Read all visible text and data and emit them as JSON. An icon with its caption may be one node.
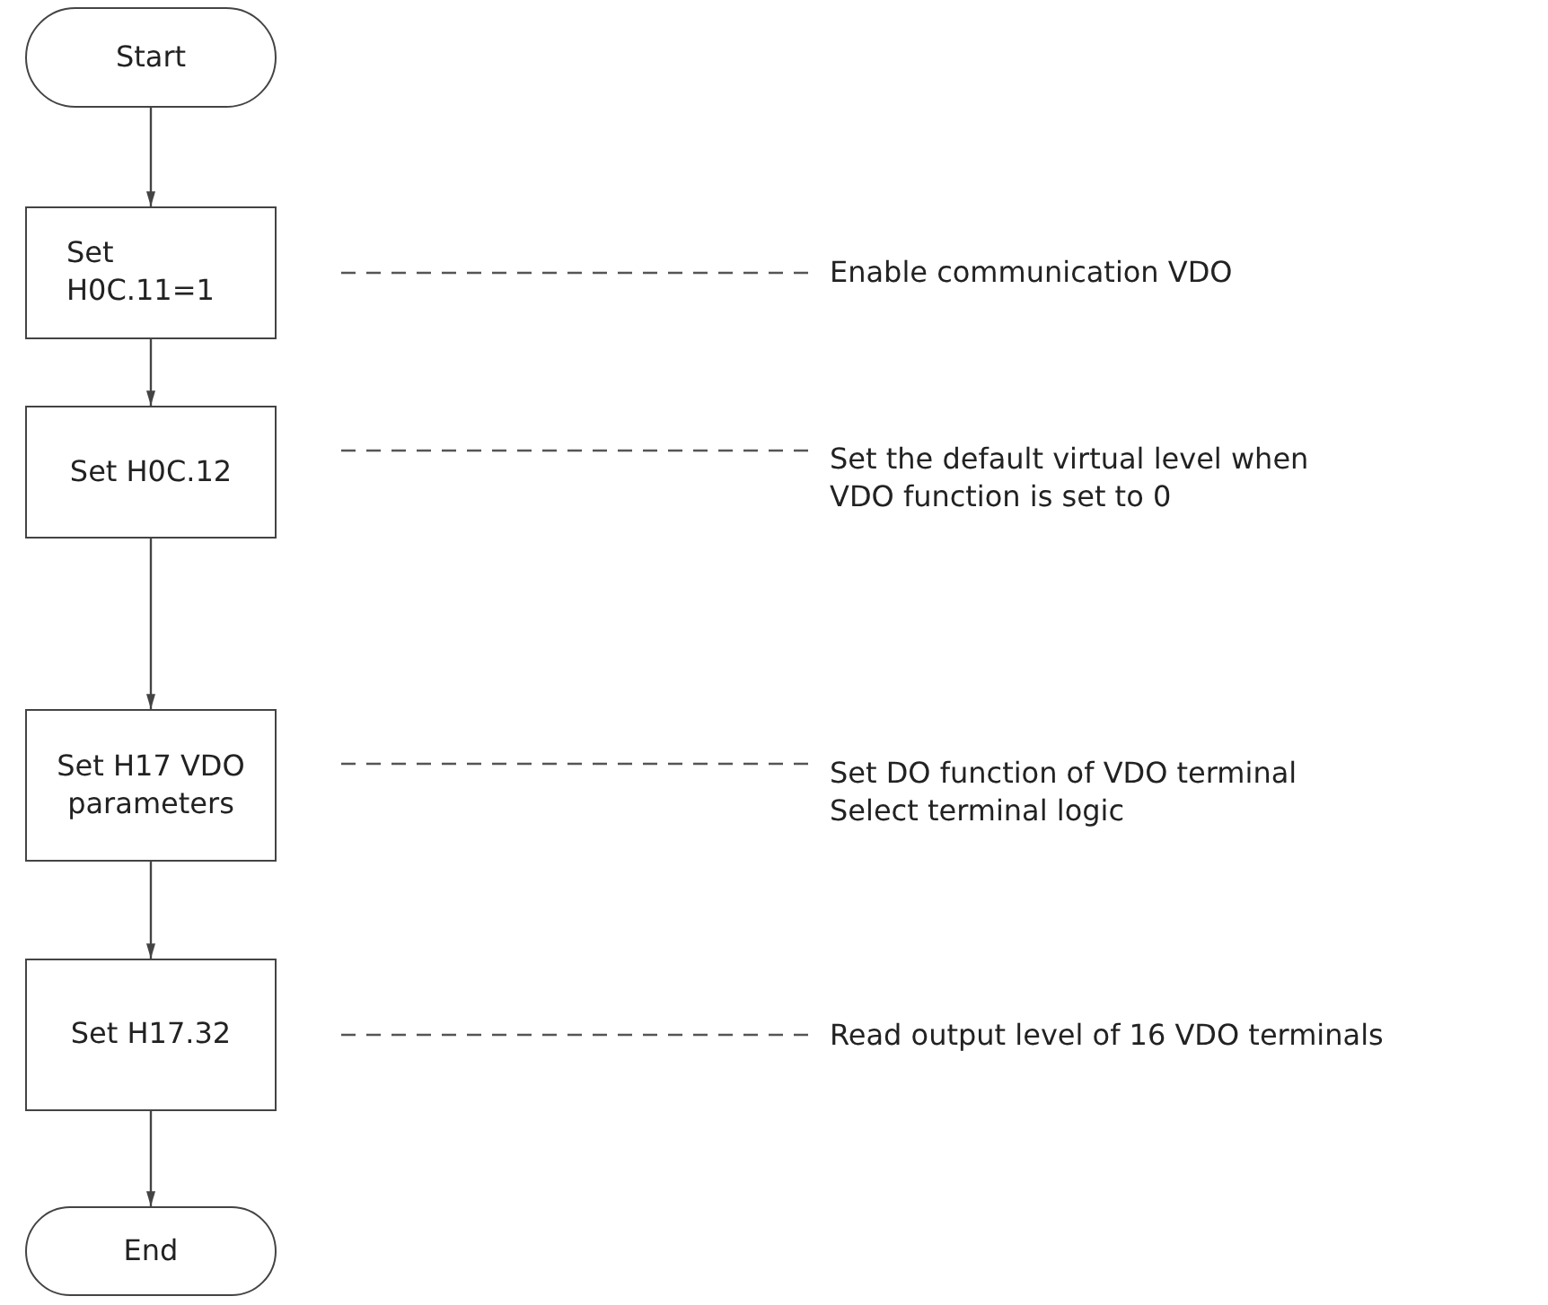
{
  "diagram": {
    "nodes": [
      {
        "text": [
          "Start"
        ]
      },
      {
        "text": [
          "Set H0C.11=1"
        ]
      },
      {
        "text": [
          "Set H0C.12"
        ]
      },
      {
        "text": [
          "Set H17 VDO parameters"
        ]
      },
      {
        "text": [
          "Set H17.32"
        ]
      },
      {
        "text": [
          "End"
        ]
      },
      {
        "text": [
          "Enable communication VDO"
        ]
      },
      {
        "text": [
          "Set the default virtual level when VDO function is set to 0"
        ]
      },
      {
        "text": [
          "Set DO function of VDO terminal",
          "Select terminal logic"
        ]
      },
      {
        "text": [
          "Read output level of 16 VDO terminals"
        ]
      }
    ],
    "edges": [
      {
        "from": 0,
        "to": 1,
        "arrow": "to"
      },
      {
        "from": 1,
        "to": 2,
        "arrow": "to"
      },
      {
        "from": 2,
        "to": 3,
        "arrow": "to"
      },
      {
        "from": 3,
        "to": 4,
        "arrow": "to"
      },
      {
        "from": 4,
        "to": 5,
        "arrow": "to"
      },
      {
        "from": 1,
        "to": 6,
        "arrow": "none",
        "style": "dashed"
      },
      {
        "from": 2,
        "to": 7,
        "arrow": "none",
        "style": "dashed"
      },
      {
        "from": 3,
        "to": 8,
        "arrow": "none",
        "style": "dashed"
      },
      {
        "from": 4,
        "to": 9,
        "arrow": "none",
        "style": "dashed"
      }
    ]
  }
}
